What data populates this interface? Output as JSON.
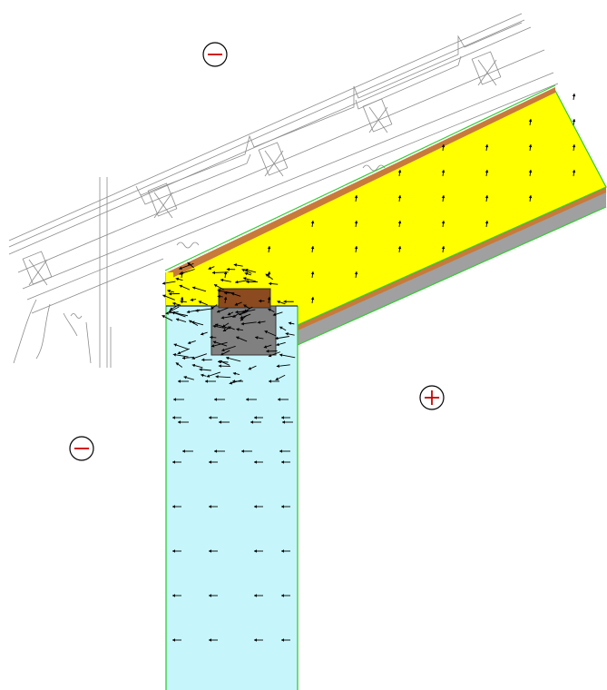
{
  "diagram": {
    "pressure_symbols": [
      {
        "sign": "minus"
      },
      {
        "sign": "minus"
      },
      {
        "sign": "plus"
      }
    ],
    "materials": {
      "insulation": {
        "color": "#ffff00"
      },
      "wall": {
        "color": "#c6f6fb"
      },
      "timber_plate": {
        "color": "#8b4a1f"
      },
      "concrete_bearer": {
        "color": "#808080"
      },
      "boundary_line": {
        "color": "#33cc33"
      },
      "membrane": {
        "color": "#c87a3a"
      },
      "board": {
        "color": "#a0a0a0"
      }
    },
    "flow_arrow_color": "#000000",
    "symbol_color": "#cc0000"
  }
}
